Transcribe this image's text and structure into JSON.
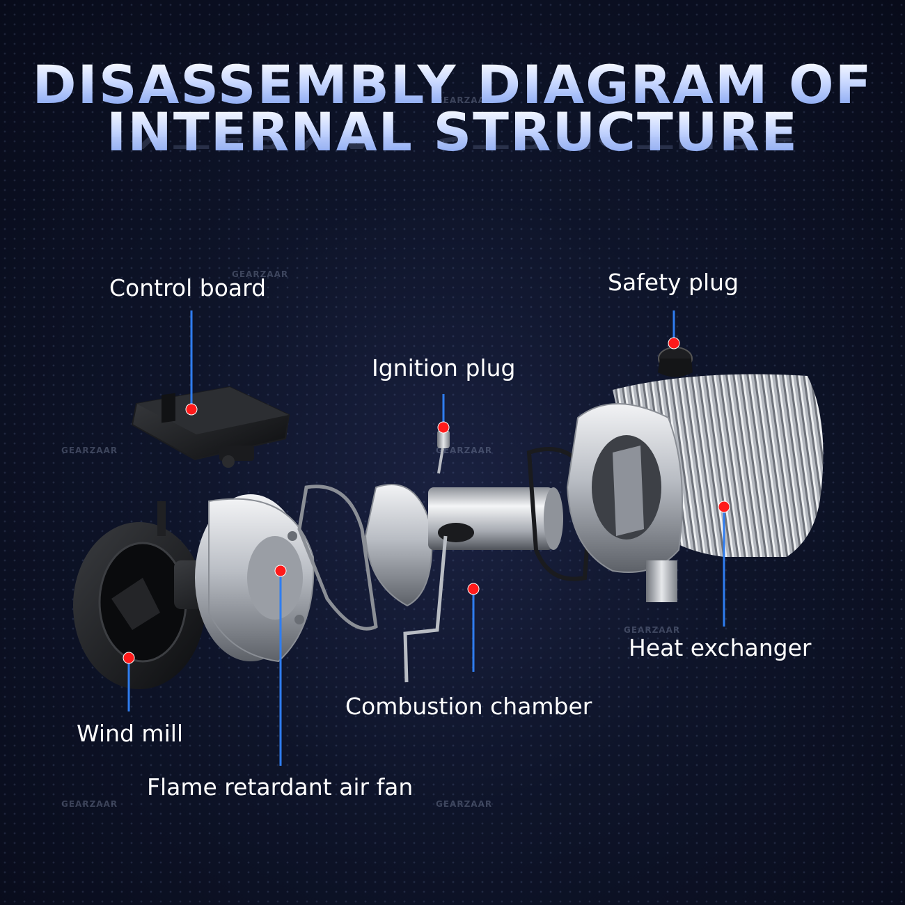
{
  "title": {
    "line1": "DISASSEMBLY DIAGRAM OF",
    "line2": "INTERNAL STRUCTURE"
  },
  "watermark": "GEARZAAR",
  "labels": {
    "control_board": "Control board",
    "safety_plug": "Safety plug",
    "ignition_plug": "Ignition plug",
    "wind_mill": "Wind mill",
    "flame_retardant_air_fan": "Flame retardant air fan",
    "combustion_chamber": "Combustion chamber",
    "heat_exchanger": "Heat exchanger"
  },
  "colors": {
    "background": "#0b1023",
    "leader_line": "#2f7df0",
    "marker": "#ff1a1a",
    "label_text": "#ffffff"
  }
}
